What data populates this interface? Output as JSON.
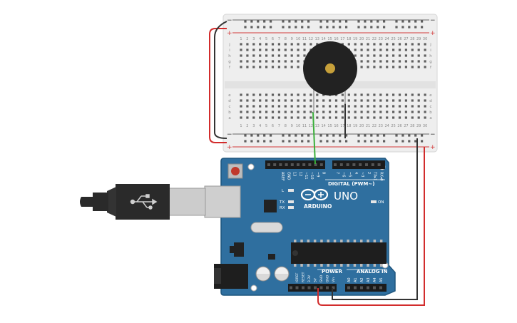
{
  "breadboard": {
    "rail_plus": "+",
    "rail_minus": "−",
    "rows_top": [
      "j",
      "i",
      "h",
      "g",
      "f"
    ],
    "rows_bottom": [
      "e",
      "d",
      "c",
      "b",
      "a"
    ],
    "columns": [
      "1",
      "2",
      "3",
      "4",
      "5",
      "6",
      "7",
      "8",
      "9",
      "10",
      "11",
      "12",
      "13",
      "14",
      "15",
      "16",
      "17",
      "18",
      "19",
      "20",
      "21",
      "22",
      "23",
      "24",
      "25",
      "26",
      "27",
      "28",
      "29",
      "30"
    ]
  },
  "buzzer": {
    "label": ""
  },
  "arduino": {
    "model": "UNO",
    "brand": "ARDUINO",
    "digital_header": "DIGITAL (PWM~)",
    "digital_pins": [
      "AREF",
      "GND",
      "13",
      "12",
      "~11",
      "~10",
      "~9",
      "8",
      "7",
      "~6",
      "~5",
      "4",
      "~3",
      "2",
      "TX▸1",
      "RX◂0"
    ],
    "led_l": "L",
    "led_tx": "TX",
    "led_rx": "RX",
    "led_on": "ON",
    "power_header": "POWER",
    "power_pins": [
      "IOREF",
      "RESET",
      "3.3V",
      "5V",
      "GND",
      "GND",
      "Vin"
    ],
    "analog_header": "ANALOG IN",
    "analog_pins": [
      "A0",
      "A1",
      "A2",
      "A3",
      "A4",
      "A5"
    ]
  },
  "colors": {
    "board_blue": "#2f6f9f",
    "board_outline": "#1f567e",
    "breadboard": "#eeeeee",
    "rail_red": "#d33b3b",
    "wire_red": "#d22c2c",
    "wire_black": "#333333",
    "wire_green": "#3aaf3a",
    "buzzer_body": "#222222",
    "buzzer_center": "#c7a03a",
    "usb_cable": "#2a2a2a",
    "usb_plug": "#cccccc"
  }
}
